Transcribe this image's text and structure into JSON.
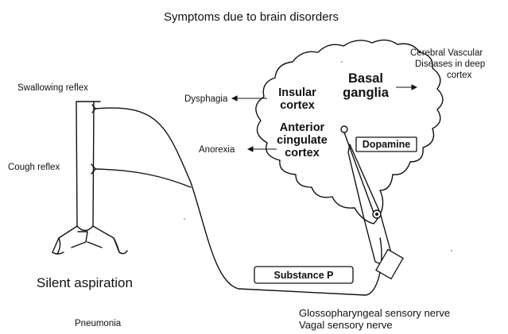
{
  "title": "Symptoms due to brain disorders",
  "labels": {
    "swallowing_reflex": "Swallowing reflex",
    "cough_reflex": "Cough reflex",
    "dysphagia": "Dysphagia",
    "anorexia": "Anorexia",
    "cerebral_line1": "Cerebral Vascular",
    "cerebral_line2": "Diseases in deep",
    "cerebral_line3": "cortex",
    "silent_aspiration": "Silent aspiration",
    "pneumonia": "Pneumonia",
    "nerve_line1": "Glossopharyngeal sensory nerve",
    "nerve_line2": "Vagal sensory nerve"
  },
  "brain_regions": {
    "insular_line1": "Insular",
    "insular_line2": "cortex",
    "basal_line1": "Basal",
    "basal_line2": "ganglia",
    "anterior_line1": "Anterior",
    "anterior_line2": "cingulate",
    "anterior_line3": "cortex"
  },
  "boxes": {
    "dopamine": "Dopamine",
    "substance_p": "Substance P"
  }
}
